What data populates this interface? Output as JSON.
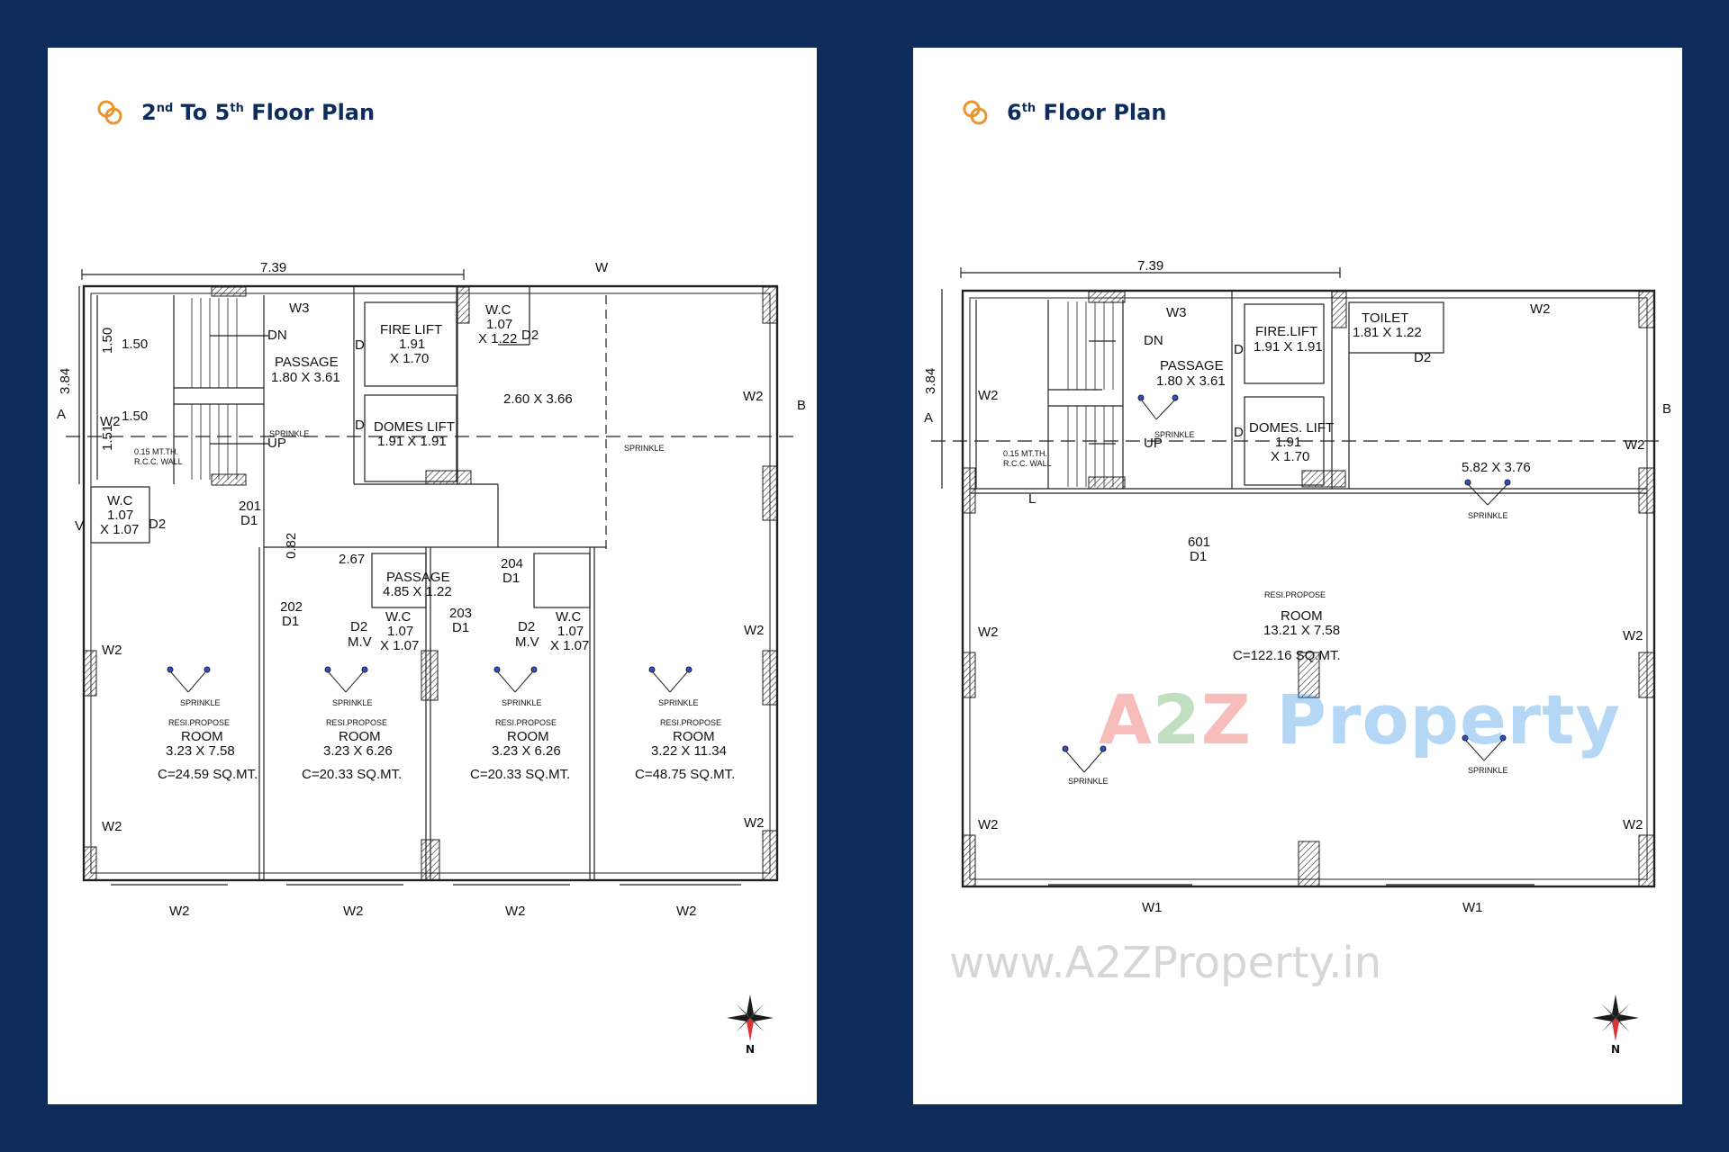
{
  "left_panel": {
    "title_ordinal_1": "2",
    "title_sup_1": "nd",
    "title_mid": "To 5",
    "title_sup_2": "th",
    "title_end": "Floor Plan",
    "labels": {
      "dim_top": "7.39",
      "w_top": "W",
      "dim_side": "3.84",
      "a": "A",
      "b": "B",
      "stair_150a": "1.50",
      "stair_150b": "1.50",
      "dim_150v": "1.50",
      "dim_151v": "1.51",
      "w3": "W3",
      "dn": "DN",
      "up": "UP",
      "passage1": "PASSAGE",
      "passage1_dim": "1.80 X 3.61",
      "d_a": "D",
      "fire_lift": "FIRE LIFT",
      "fire_lift_d1": "1.91",
      "fire_lift_d2": "X 1.70",
      "d_b": "D",
      "domes_lift": "DOMES LIFT",
      "domes_lift_dim": "1.91 X 1.91",
      "wc_top": "W.C",
      "wc_top_d1": "1.07",
      "wc_top_d2": "X 1.22",
      "wc_top_d": "D2",
      "room_260": "2.60 X 3.66",
      "w2_right1": "W2",
      "w2_left1": "W2",
      "wall_note1": "0.15 MT.TH.",
      "wall_note2": "R.C.C. WALL",
      "sprinkle_a": "SPRINKLE",
      "sprinkle_b": "SPRINKLE",
      "wc_left": "W.C",
      "wc_left_d1": "1.07",
      "wc_left_d2": "X 1.07",
      "wc_left_d": "D2",
      "v": "V",
      "d201a": "201",
      "d201b": "D1",
      "dim_082": "0.82",
      "dim_267": "2.67",
      "passage2": "PASSAGE",
      "passage2_dim": "4.85 X 1.22",
      "d204a": "204",
      "d204b": "D1",
      "d202a": "202",
      "d202b": "D1",
      "d203a": "203",
      "d203b": "D1",
      "wc2": "W.C",
      "wc2_d1": "1.07",
      "wc2_d2": "X 1.07",
      "wc2_d": "D2",
      "wc2_mv": "M.V",
      "wc3": "W.C",
      "wc3_d1": "1.07",
      "wc3_d2": "X 1.07",
      "wc3_d": "D2",
      "wc3_mv": "M.V",
      "w2_l2": "W2",
      "w2_l3": "W2",
      "w2_r2": "W2",
      "w2_r3": "W2",
      "w2_b1": "W2",
      "w2_b2": "W2",
      "w2_b3": "W2",
      "w2_b4": "W2"
    },
    "rooms": [
      {
        "sprinkle": "SPRINKLE",
        "propose": "RESI.PROPOSE",
        "name": "ROOM",
        "dim": "3.23 X 7.58",
        "area": "C=24.59 SQ.MT."
      },
      {
        "sprinkle": "SPRINKLE",
        "propose": "RESI.PROPOSE",
        "name": "ROOM",
        "dim": "3.23 X 6.26",
        "area": "C=20.33 SQ.MT."
      },
      {
        "sprinkle": "SPRINKLE",
        "propose": "RESI.PROPOSE",
        "name": "ROOM",
        "dim": "3.23 X 6.26",
        "area": "C=20.33 SQ.MT."
      },
      {
        "sprinkle": "SPRINKLE",
        "propose": "RESI.PROPOSE",
        "name": "ROOM",
        "dim": "3.22 X 11.34",
        "area": "C=48.75 SQ.MT."
      }
    ],
    "compass_n": "N"
  },
  "right_panel": {
    "title_ordinal": "6",
    "title_sup": "th",
    "title_end": "Floor Plan",
    "labels": {
      "dim_top": "7.39",
      "dim_side": "3.84",
      "a": "A",
      "b": "B",
      "w3": "W3",
      "dn": "DN",
      "up": "UP",
      "w2_stair": "W2",
      "passage": "PASSAGE",
      "passage_dim": "1.80 X 3.61",
      "sprinkle_a": "SPRINKLE",
      "wall_note1": "0.15 MT.TH.",
      "wall_note2": "R.C.C. WALL",
      "l": "L",
      "d_a": "D",
      "fire_lift": "FIRE.LIFT",
      "fire_lift_dim": "1.91 X 1.91",
      "d_b": "D",
      "domes_lift": "DOMES. LIFT",
      "domes_lift_d1": "1.91",
      "domes_lift_d2": "X 1.70",
      "toilet": "TOILET",
      "toilet_dim": "1.81 X 1.22",
      "toilet_d": "D2",
      "w2_top": "W2",
      "room_582": "5.82 X 3.76",
      "sprinkle_b": "SPRINKLE",
      "w2_r1": "W2",
      "d601a": "601",
      "d601b": "D1",
      "propose": "RESI.PROPOSE",
      "room": "ROOM",
      "room_dim": "13.21 X 7.58",
      "room_area": "C=122.16 SQ.MT.",
      "sprinkle_c": "SPRINKLE",
      "sprinkle_d": "SPRINKLE",
      "w2_l1": "W2",
      "w2_l2": "W2",
      "w2_r2": "W2",
      "w2_r3": "W2",
      "w1_a": "W1",
      "w1_b": "W1"
    },
    "compass_n": "N"
  },
  "watermark": {
    "a1": "A",
    "a2": "2",
    "a3": "Z",
    "a4": " Property"
  },
  "website": "www.A2ZProperty.in",
  "colors": {
    "background": "#0f2d5c",
    "panel": "#ffffff",
    "accent": "#e8962e",
    "title": "#0f2d5c"
  }
}
